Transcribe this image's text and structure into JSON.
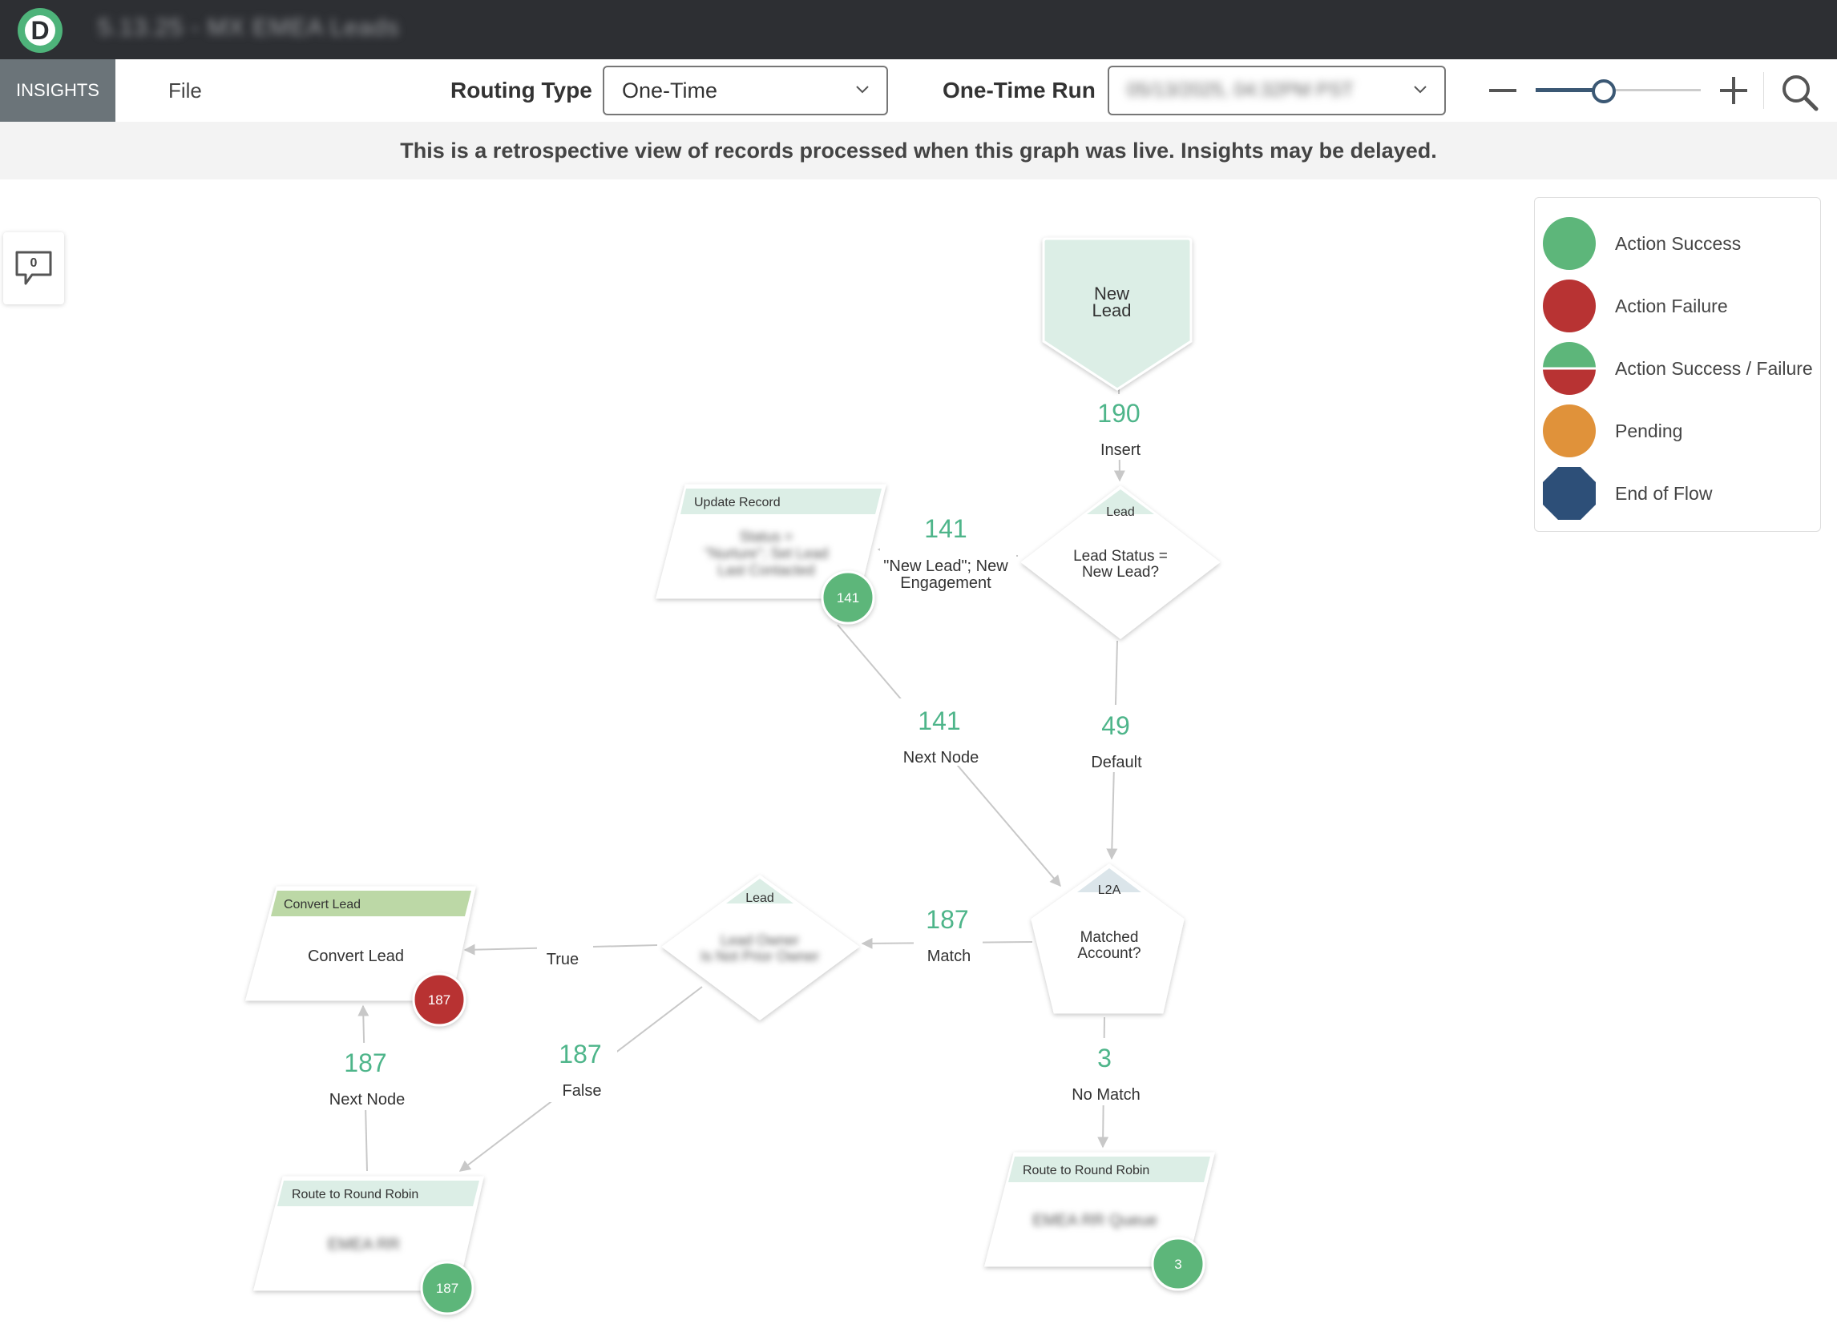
{
  "app": {
    "logo_letter": "D",
    "title": "5.13.25 - MX EMEA Leads"
  },
  "toolbar": {
    "insights_tab": "INSIGHTS",
    "file_tab": "File",
    "routing_type_label": "Routing Type",
    "routing_type_value": "One-Time",
    "one_time_run_label": "One-Time Run",
    "one_time_run_value": "05/13/2025, 04:32PM PST"
  },
  "banner": {
    "text": "This is a retrospective view of records processed when this graph was live. Insights may be delayed."
  },
  "comments": {
    "count": "0"
  },
  "legend": {
    "items": [
      {
        "label": "Action Success",
        "color": "#5db67a"
      },
      {
        "label": "Action Failure",
        "color": "#b83333"
      },
      {
        "label": "Action Success / Failure",
        "color": "#5db67a"
      },
      {
        "label": "Pending",
        "color": "#e0923a"
      },
      {
        "label": "End of Flow",
        "color": "#2d4f78"
      }
    ]
  },
  "nodes": {
    "new_lead": {
      "label_line1": "New",
      "label_line2": "Lead"
    },
    "lead_status": {
      "tag": "Lead",
      "line1": "Lead Status =",
      "line2": "New Lead?"
    },
    "update_record": {
      "header": "Update Record",
      "line1": "Status =",
      "line2": "\"Nurture\"; Set Lead",
      "line3": "Last Contacted",
      "badge": "141"
    },
    "matched_account": {
      "tag": "L2A",
      "line1": "Matched",
      "line2": "Account?"
    },
    "lead_decision": {
      "tag": "Lead",
      "line1": "Lead Owner",
      "line2": "Is Not Prior Owner"
    },
    "convert_lead": {
      "header": "Convert Lead",
      "body": "Convert Lead",
      "badge": "187"
    },
    "route_rr_left": {
      "header": "Route to Round Robin",
      "body": "EMEA RR",
      "badge": "187"
    },
    "route_rr_right": {
      "header": "Route to Round Robin",
      "body": "EMEA RR Queue",
      "badge": "3"
    }
  },
  "edges": {
    "insert": {
      "count": "190",
      "label": "Insert"
    },
    "new_lead_match": {
      "count": "141",
      "label_line1": "\"New Lead\"; New",
      "label_line2": "Engagement"
    },
    "next_node_1": {
      "count": "141",
      "label": "Next Node"
    },
    "default": {
      "count": "49",
      "label": "Default"
    },
    "match": {
      "count": "187",
      "label": "Match"
    },
    "true": {
      "label": "True"
    },
    "false": {
      "count": "187",
      "label": "False"
    },
    "next_node_2": {
      "count": "187",
      "label": "Next Node"
    },
    "no_match": {
      "count": "3",
      "label": "No Match"
    }
  },
  "colors": {
    "count_green": "#4eb58a",
    "header_green": "#dcefe4",
    "header_convert": "#bcd8a6",
    "badge_green": "#5db67a",
    "badge_red": "#b83333",
    "node_fill": "#dceee6"
  }
}
